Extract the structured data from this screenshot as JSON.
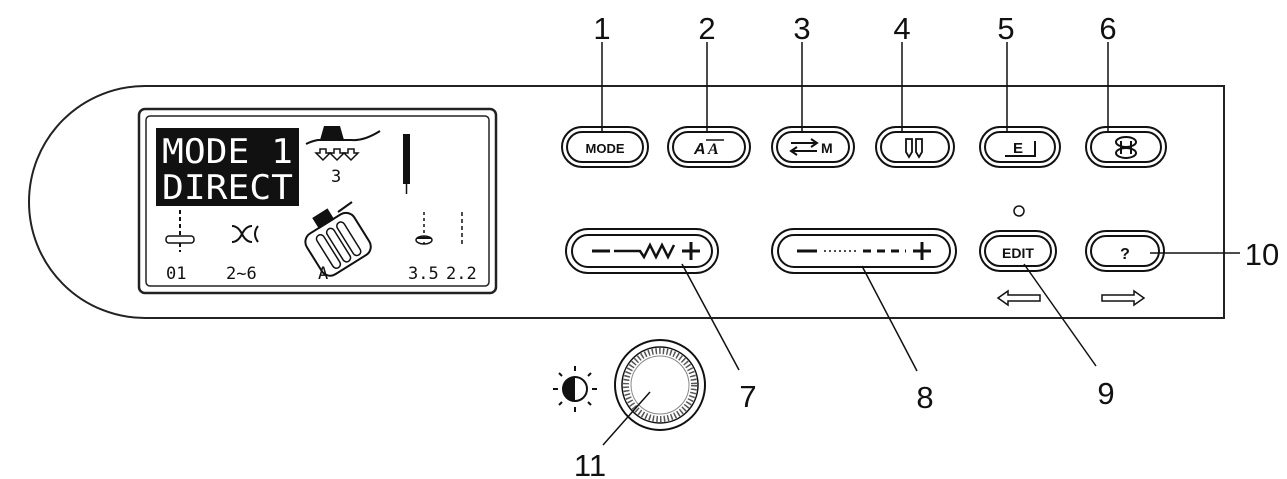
{
  "lcd": {
    "mode_line1": "MODE 1",
    "mode_line2": "DIRECT",
    "pressure_value": "3",
    "values": [
      "01",
      "2~6",
      "A",
      "3.5",
      "2.2"
    ]
  },
  "buttons": {
    "mode": "MODE",
    "edit": "EDIT",
    "help": "?",
    "memory_suffix": "M",
    "e_label": "E"
  },
  "callouts": [
    "1",
    "2",
    "3",
    "4",
    "5",
    "6",
    "7",
    "8",
    "9",
    "10",
    "11"
  ],
  "icons": {
    "contrast": "contrast-icon",
    "knob": "contrast-knob",
    "bobbin": "bobbin-icon",
    "twin_needle": "twin-needle-icon"
  },
  "colors": {
    "ink": "#111111",
    "lcd_background": "#ffffff",
    "panel_border": "#333333"
  }
}
